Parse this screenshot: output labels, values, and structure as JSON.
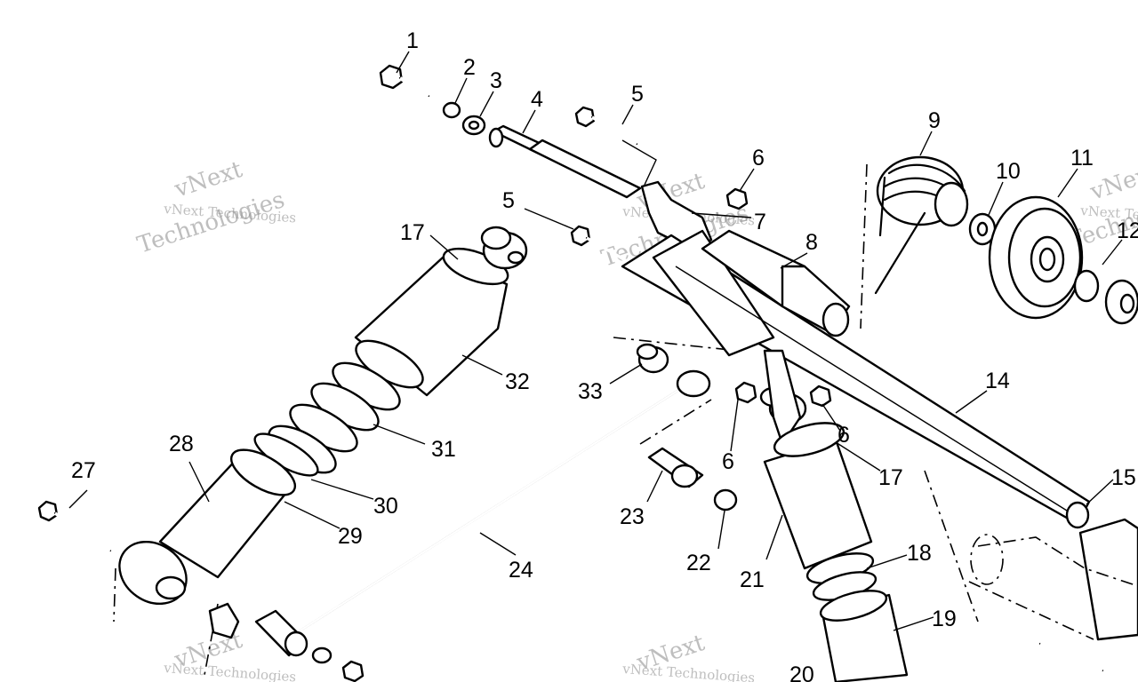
{
  "watermark": {
    "line1": "vNext",
    "line2": "Technologies",
    "small": "vNext Technologies"
  },
  "callouts": [
    {
      "id": "c1",
      "label": "1"
    },
    {
      "id": "c2",
      "label": "2"
    },
    {
      "id": "c3",
      "label": "3"
    },
    {
      "id": "c4",
      "label": "4"
    },
    {
      "id": "c5a",
      "label": "5"
    },
    {
      "id": "c5b",
      "label": "5"
    },
    {
      "id": "c6a",
      "label": "6"
    },
    {
      "id": "c6b",
      "label": "6"
    },
    {
      "id": "c6c",
      "label": "6"
    },
    {
      "id": "c7",
      "label": "7"
    },
    {
      "id": "c8",
      "label": "8"
    },
    {
      "id": "c9",
      "label": "9"
    },
    {
      "id": "c10",
      "label": "10"
    },
    {
      "id": "c11",
      "label": "11"
    },
    {
      "id": "c12",
      "label": "12"
    },
    {
      "id": "c14",
      "label": "14"
    },
    {
      "id": "c15",
      "label": "15"
    },
    {
      "id": "c17a",
      "label": "17"
    },
    {
      "id": "c17b",
      "label": "17"
    },
    {
      "id": "c18",
      "label": "18"
    },
    {
      "id": "c19",
      "label": "19"
    },
    {
      "id": "c20",
      "label": "20"
    },
    {
      "id": "c21",
      "label": "21"
    },
    {
      "id": "c22",
      "label": "22"
    },
    {
      "id": "c23",
      "label": "23"
    },
    {
      "id": "c24",
      "label": "24"
    },
    {
      "id": "c27",
      "label": "27"
    },
    {
      "id": "c28",
      "label": "28"
    },
    {
      "id": "c29",
      "label": "29"
    },
    {
      "id": "c30",
      "label": "30"
    },
    {
      "id": "c31",
      "label": "31"
    },
    {
      "id": "c32",
      "label": "32"
    },
    {
      "id": "c33",
      "label": "33"
    }
  ]
}
